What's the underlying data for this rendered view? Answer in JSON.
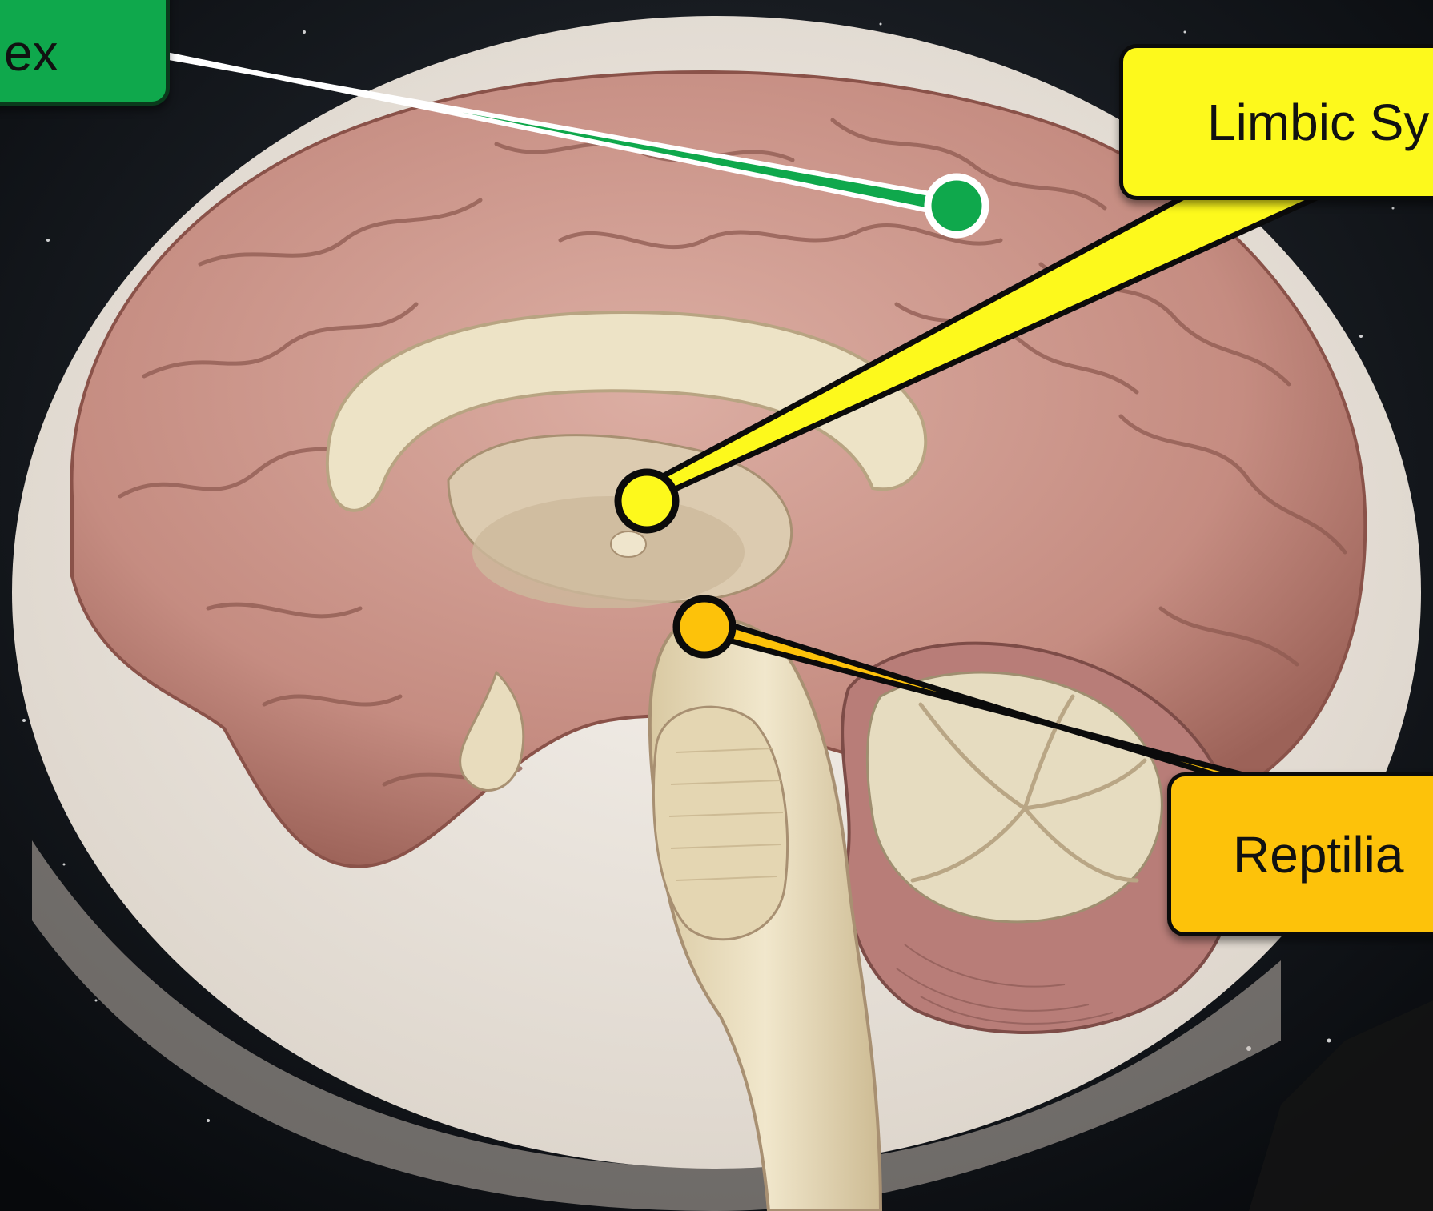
{
  "callouts": {
    "cortex": {
      "text": "ex",
      "color": "#0fa84c"
    },
    "limbic": {
      "text": "Limbic Sy",
      "color": "#fdf91c"
    },
    "reptilian": {
      "text": "Reptilia",
      "color": "#fdc20a"
    }
  },
  "colors": {
    "background": "#0d1116",
    "backdrop_disc": "#ece6de",
    "cortex_tissue": "#c99388",
    "white_matter": "#ece2c4",
    "brainstem": "#e8dcb8",
    "cerebellum": "#b87d78"
  }
}
